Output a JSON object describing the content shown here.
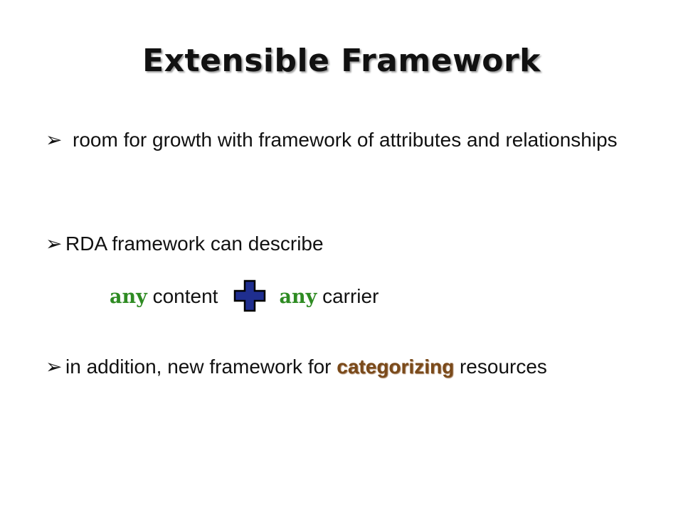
{
  "slide": {
    "title": "Extensible Framework",
    "bullet_icon": "arrow-bullet-icon",
    "bullets": [
      {
        "text": "room for growth with framework of attributes and relationships"
      },
      {
        "text": "RDA framework can describe"
      },
      {
        "text_before": "in addition, new framework for ",
        "highlight": "categorizing",
        "text_after": " resources"
      }
    ],
    "any_line": {
      "any1": "any",
      "content": " content",
      "plus_icon": "plus-icon",
      "any2": "any",
      "carrier": " carrier"
    },
    "colors": {
      "any": "#2e8b22",
      "plus_fill": "#1f2e8f",
      "plus_stroke": "#000000",
      "categorizing": "#7a4a1a"
    }
  }
}
